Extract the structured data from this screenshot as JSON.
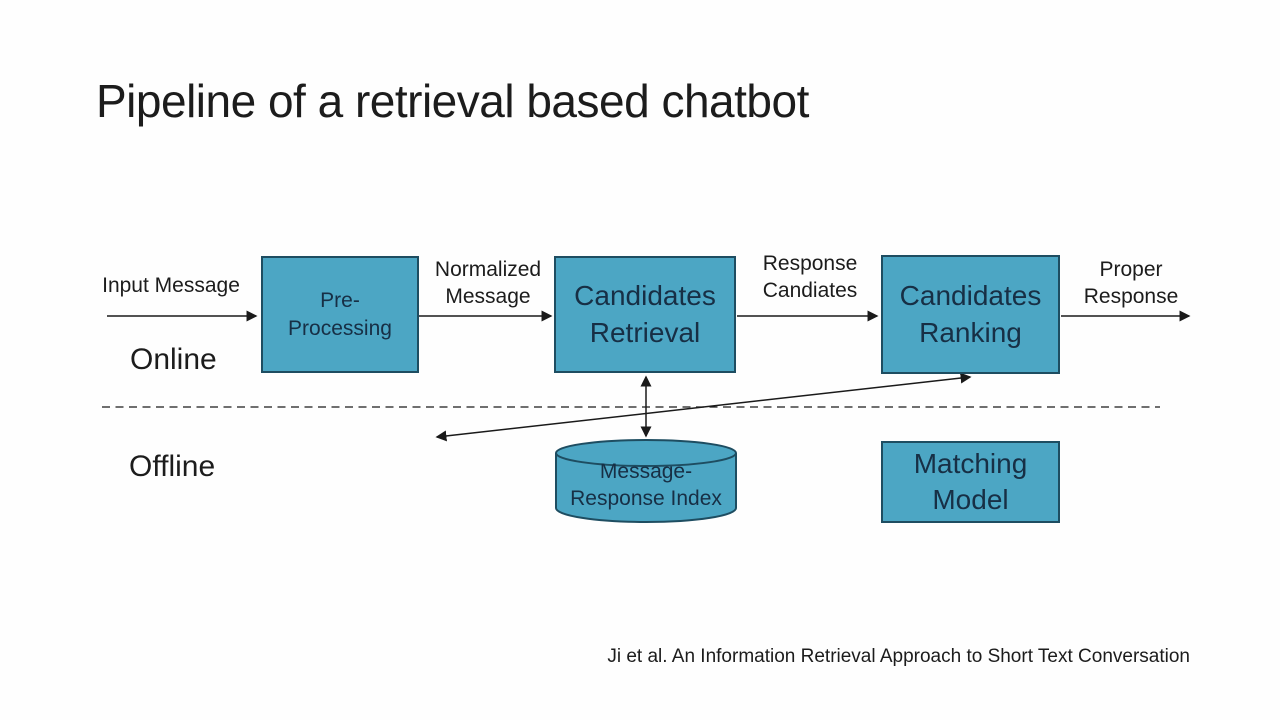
{
  "slide": {
    "title": "Pipeline of a retrieval based chatbot",
    "citation": "Ji et al. An Information Retrieval Approach to Short Text Conversation"
  },
  "diagram": {
    "section_labels": {
      "online": "Online",
      "offline": "Offline"
    },
    "nodes": {
      "preprocessing": {
        "label": "Pre-\nProcessing",
        "shape": "rect"
      },
      "candidates_retrieval": {
        "label": "Candidates\nRetrieval",
        "shape": "rect"
      },
      "candidates_ranking": {
        "label": "Candidates\nRanking",
        "shape": "rect"
      },
      "message_response_index": {
        "label": "Message-\nResponse Index",
        "shape": "cylinder"
      },
      "matching_model": {
        "label": "Matching\nModel",
        "shape": "rect"
      }
    },
    "edge_labels": {
      "input_message": "Input Message",
      "normalized_message": "Normalized\nMessage",
      "response_candidates": "Response\nCandiates",
      "proper_response": "Proper\nResponse"
    },
    "colors": {
      "node_fill": "#4ca6c4",
      "node_border": "#1e4d61",
      "node_text": "#172f45",
      "arrow": "#1a1a1a",
      "ink": "#1c1c1c",
      "title_text": "#1c1c1c"
    }
  }
}
